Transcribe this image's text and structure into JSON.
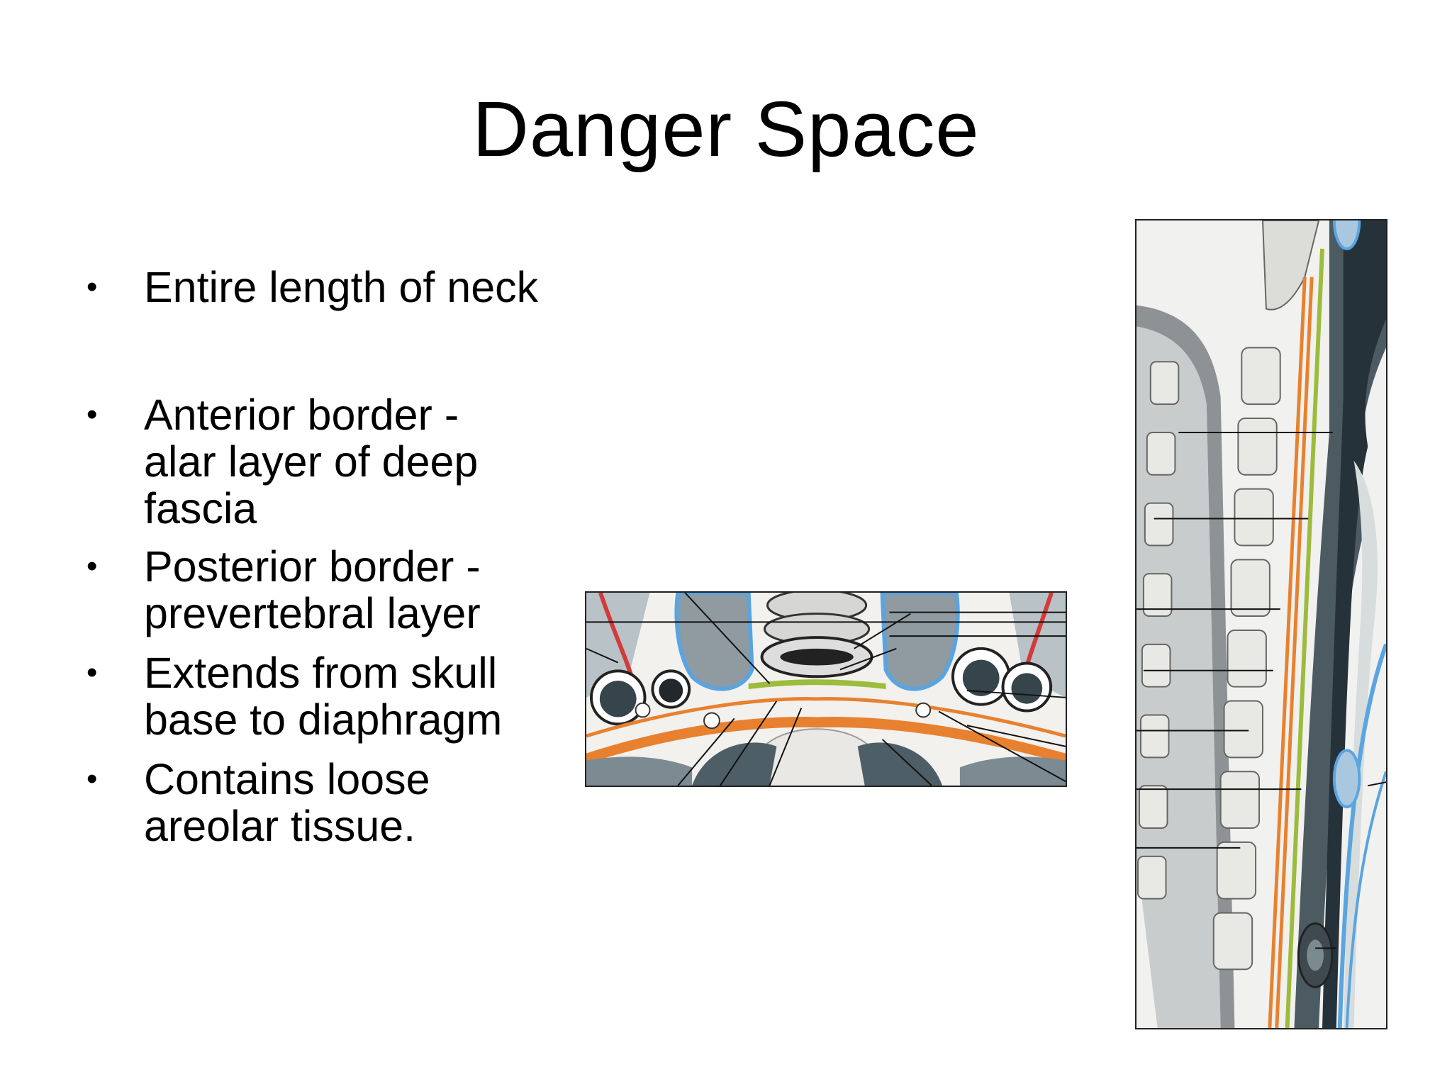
{
  "slide": {
    "title": "Danger Space",
    "bullets": [
      "Entire length of neck",
      "Anterior border - alar layer of deep fascia",
      "Posterior border - prevertebral layer",
      "Extends from skull base to diaphragm",
      "Contains loose areolar tissue."
    ],
    "bullet_glyph": "•"
  },
  "figures": {
    "axial": {
      "icon": "axial-neck-cross-section-illustration"
    },
    "sagittal": {
      "icon": "sagittal-neck-section-illustration"
    }
  },
  "colors": {
    "alar_fascia": "#e8812f",
    "prevertebral_fascia": "#9dbb3c",
    "carotid_sheath": "#6aaee0",
    "vessel_wall": "#d33a3a",
    "muscle_gray": "#8d99a0"
  }
}
